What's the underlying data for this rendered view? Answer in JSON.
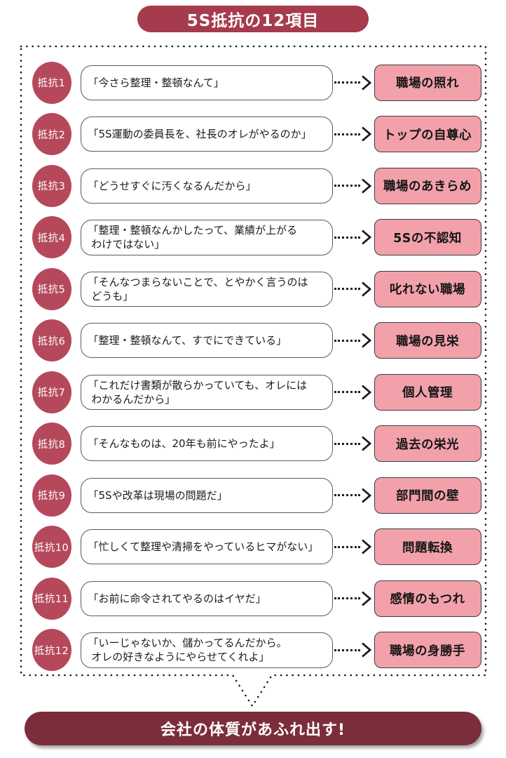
{
  "title": "5S抵抗の12項目",
  "conclusion": "会社の体質があふれ出す!",
  "colors": {
    "title_red": "#a53b4c",
    "badge_red": "#b5495b",
    "result_pink": "#f2a1ab",
    "banner_maroon": "#7c2d3a"
  },
  "rows": [
    {
      "number": "抵抗1",
      "quote": "「今さら整理・整頓なんて」",
      "result": "職場の照れ"
    },
    {
      "number": "抵抗2",
      "quote": "「5S運動の委員長を、社長のオレがやるのか」",
      "result": "トップの自尊心"
    },
    {
      "number": "抵抗3",
      "quote": "「どうせすぐに汚くなるんだから」",
      "result": "職場のあきらめ"
    },
    {
      "number": "抵抗4",
      "quote": "「整理・整頓なんかしたって、業績が上がる\n わけではない」",
      "result": "5Sの不認知"
    },
    {
      "number": "抵抗5",
      "quote": "「そんなつまらないことで、とやかく言うのは\n どうも」",
      "result": "叱れない職場"
    },
    {
      "number": "抵抗6",
      "quote": "「整理・整頓なんて、すでにできている」",
      "result": "職場の見栄"
    },
    {
      "number": "抵抗7",
      "quote": "「これだけ書類が散らかっていても、オレには\n わかるんだから」",
      "result": "個人管理"
    },
    {
      "number": "抵抗8",
      "quote": "「そんなものは、20年も前にやったよ」",
      "result": "過去の栄光"
    },
    {
      "number": "抵抗9",
      "quote": "「5Sや改革は現場の問題だ」",
      "result": "部門間の壁"
    },
    {
      "number": "抵抗10",
      "quote": "「忙しくて整理や清掃をやっているヒマがない」",
      "result": "問題転換"
    },
    {
      "number": "抵抗11",
      "quote": "「お前に命令されてやるのはイヤだ」",
      "result": "感情のもつれ"
    },
    {
      "number": "抵抗12",
      "quote": "「いーじゃないか、儲かってるんだから。\n オレの好きなようにやらせてくれよ」",
      "result": "職場の身勝手"
    }
  ]
}
